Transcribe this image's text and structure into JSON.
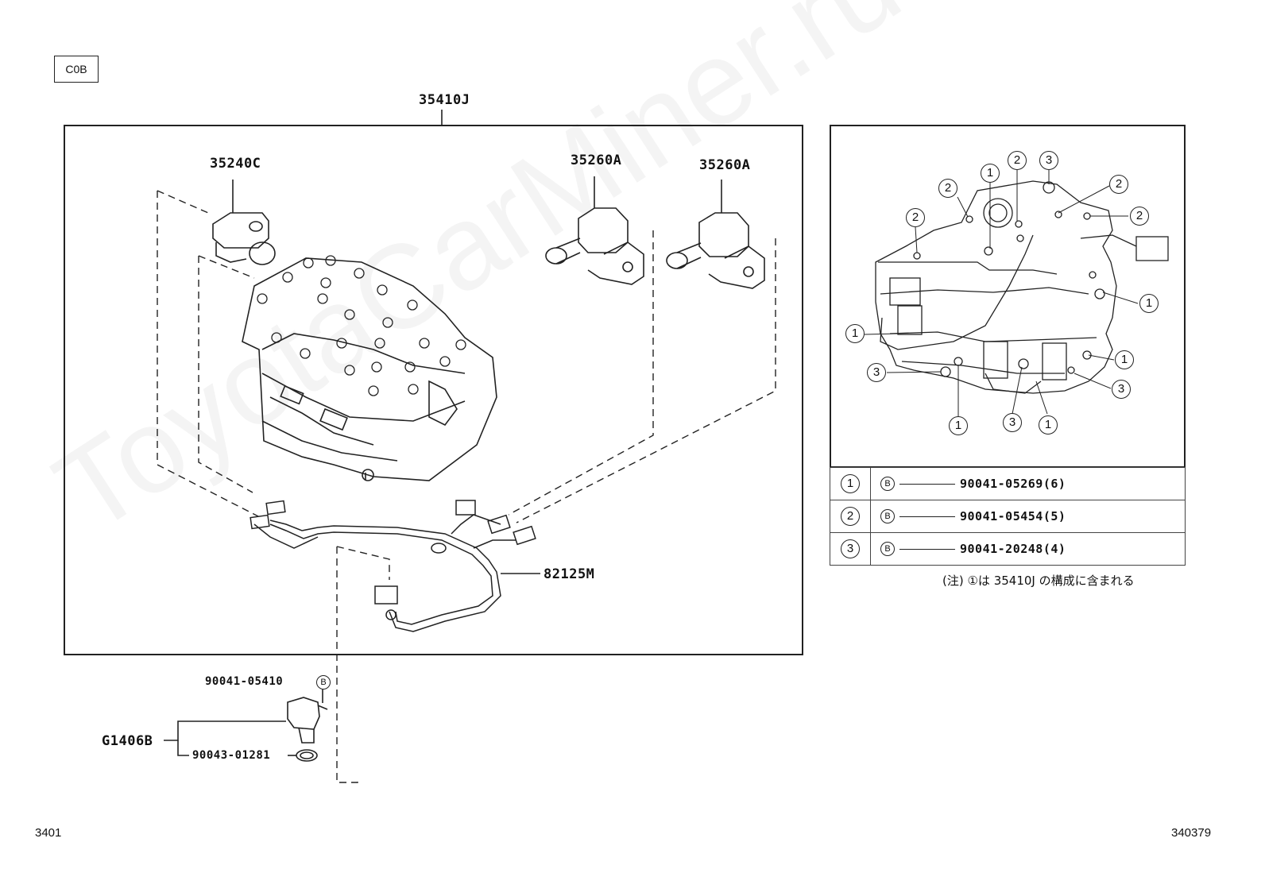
{
  "section_tag": "C0B",
  "assembly_code": "35410J",
  "parts": {
    "solenoid_a": "35240C",
    "solenoid_b1": "35260A",
    "solenoid_b2": "35260A",
    "wire_harness": "82125M",
    "sensor": "G1406B",
    "bolt": "90041-05410",
    "bolt_badge": "B",
    "o_ring": "90043-01281"
  },
  "detail_view": {
    "callouts": [
      "1",
      "2",
      "3",
      "2",
      "2",
      "2",
      "2",
      "1",
      "1",
      "1",
      "3",
      "3",
      "1",
      "3",
      "1"
    ]
  },
  "legend": [
    {
      "num": "1",
      "badge": "B",
      "part": "90041-05269(6)"
    },
    {
      "num": "2",
      "badge": "B",
      "part": "90041-05454(5)"
    },
    {
      "num": "3",
      "badge": "B",
      "part": "90041-20248(4)"
    }
  ],
  "note": "(注) ①は 35410J の構成に含まれる",
  "page_left": "3401",
  "page_right": "340379",
  "watermark": "ToyotaCarMiner.ru"
}
